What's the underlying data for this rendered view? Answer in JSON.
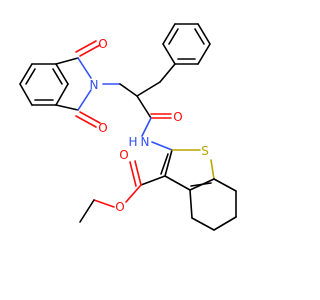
{
  "colors": {
    "bond": "#000000",
    "oxygen": "#ff0d0d",
    "nitrogen": "#3050f8",
    "sulfur": "#b8a600",
    "background": "#ffffff"
  },
  "atoms": {
    "o_imide_top": "O",
    "n_imide": "N",
    "o_imide_bottom": "O",
    "o_amide": "O",
    "n_amide": "N",
    "h_amide": "H",
    "s_thiophene": "S",
    "o_ester_carbonyl": "O",
    "o_ester_single": "O"
  }
}
